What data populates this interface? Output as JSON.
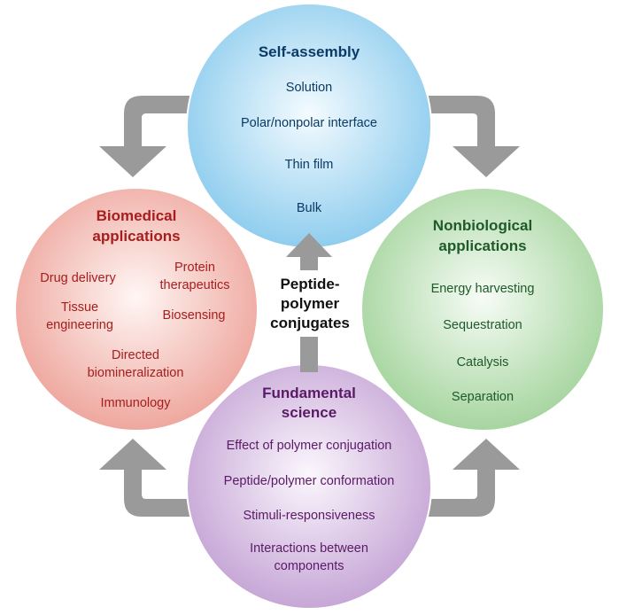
{
  "center_label": "Peptide-polymer conjugates",
  "circles": {
    "self_assembly": {
      "title": "Self-assembly",
      "items": [
        "Solution",
        "Polar/nonpolar interface",
        "Thin film",
        "Bulk"
      ],
      "color": "#cde9f7"
    },
    "biomedical": {
      "title_line1": "Biomedical",
      "title_line2": "applications",
      "items": [
        "Drug delivery",
        "Protein therapeutics",
        "Tissue engineering",
        "Biosensing",
        "Directed biomineralization",
        "Immunology"
      ],
      "color": "#f8d4cf"
    },
    "nonbiological": {
      "title_line1": "Nonbiological",
      "title_line2": "applications",
      "items": [
        "Energy harvesting",
        "Sequestration",
        "Catalysis",
        "Separation"
      ],
      "color": "#d6edd3"
    },
    "fundamental": {
      "title_line1": "Fundamental",
      "title_line2": "science",
      "items": [
        "Effect of polymer conjugation",
        "Peptide/polymer conformation",
        "Stimuli-responsiveness",
        "Interactions between components"
      ],
      "color": "#e2d3ea"
    }
  },
  "arrow_color": "#9a9a9a"
}
